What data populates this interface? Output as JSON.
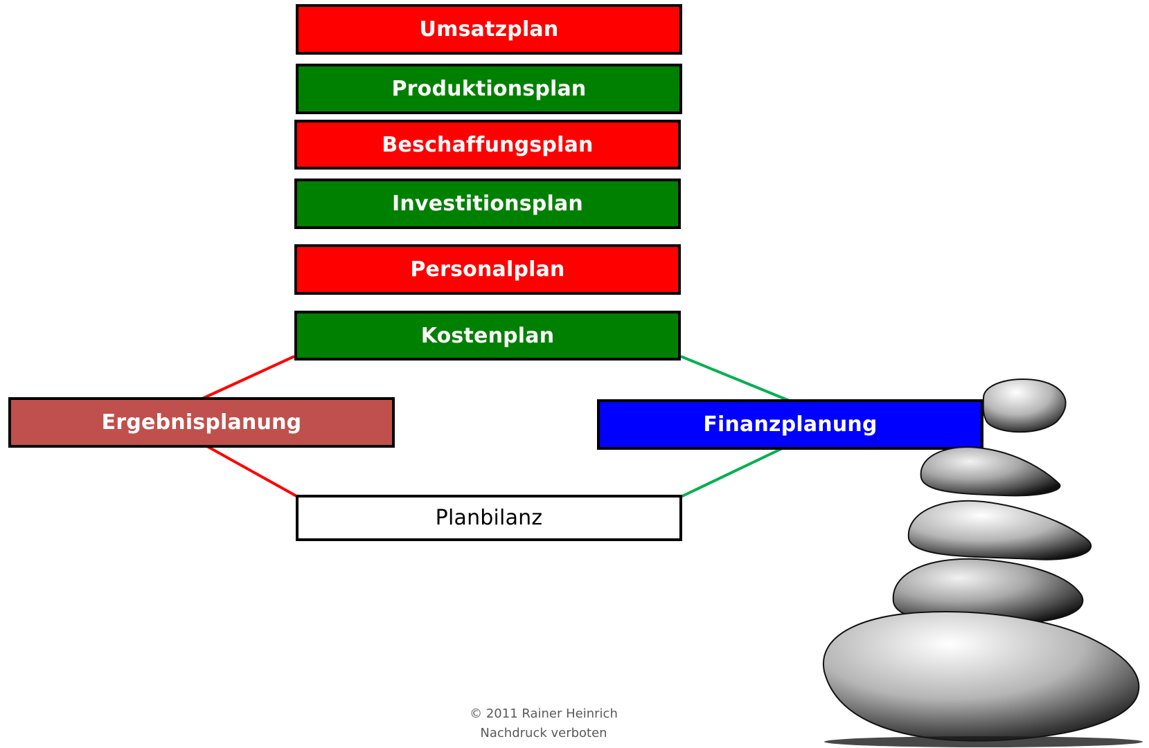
{
  "plans": [
    {
      "label": "Umsatzplan",
      "color": "#ff0000"
    },
    {
      "label": "Produktionsplan",
      "color": "#008000"
    },
    {
      "label": "Beschaffungsplan",
      "color": "#ff0000"
    },
    {
      "label": "Investitionsplan",
      "color": "#008000"
    },
    {
      "label": "Personalplan",
      "color": "#ff0000"
    },
    {
      "label": "Kostenplan",
      "color": "#008000"
    }
  ],
  "ergebnis": {
    "label": "Ergebnisplanung",
    "color": "#c0504d"
  },
  "finanz": {
    "label": "Finanzplanung",
    "color": "#0000ff"
  },
  "bilanz": {
    "label": "Planbilanz",
    "color": "#ffffff"
  },
  "connector_colors": {
    "left": "#ff0000",
    "right": "#00b050"
  },
  "footer": {
    "line1": "© 2011 Rainer Heinrich",
    "line2": "Nachdruck verboten"
  },
  "decoration": "stacked-stones-image"
}
